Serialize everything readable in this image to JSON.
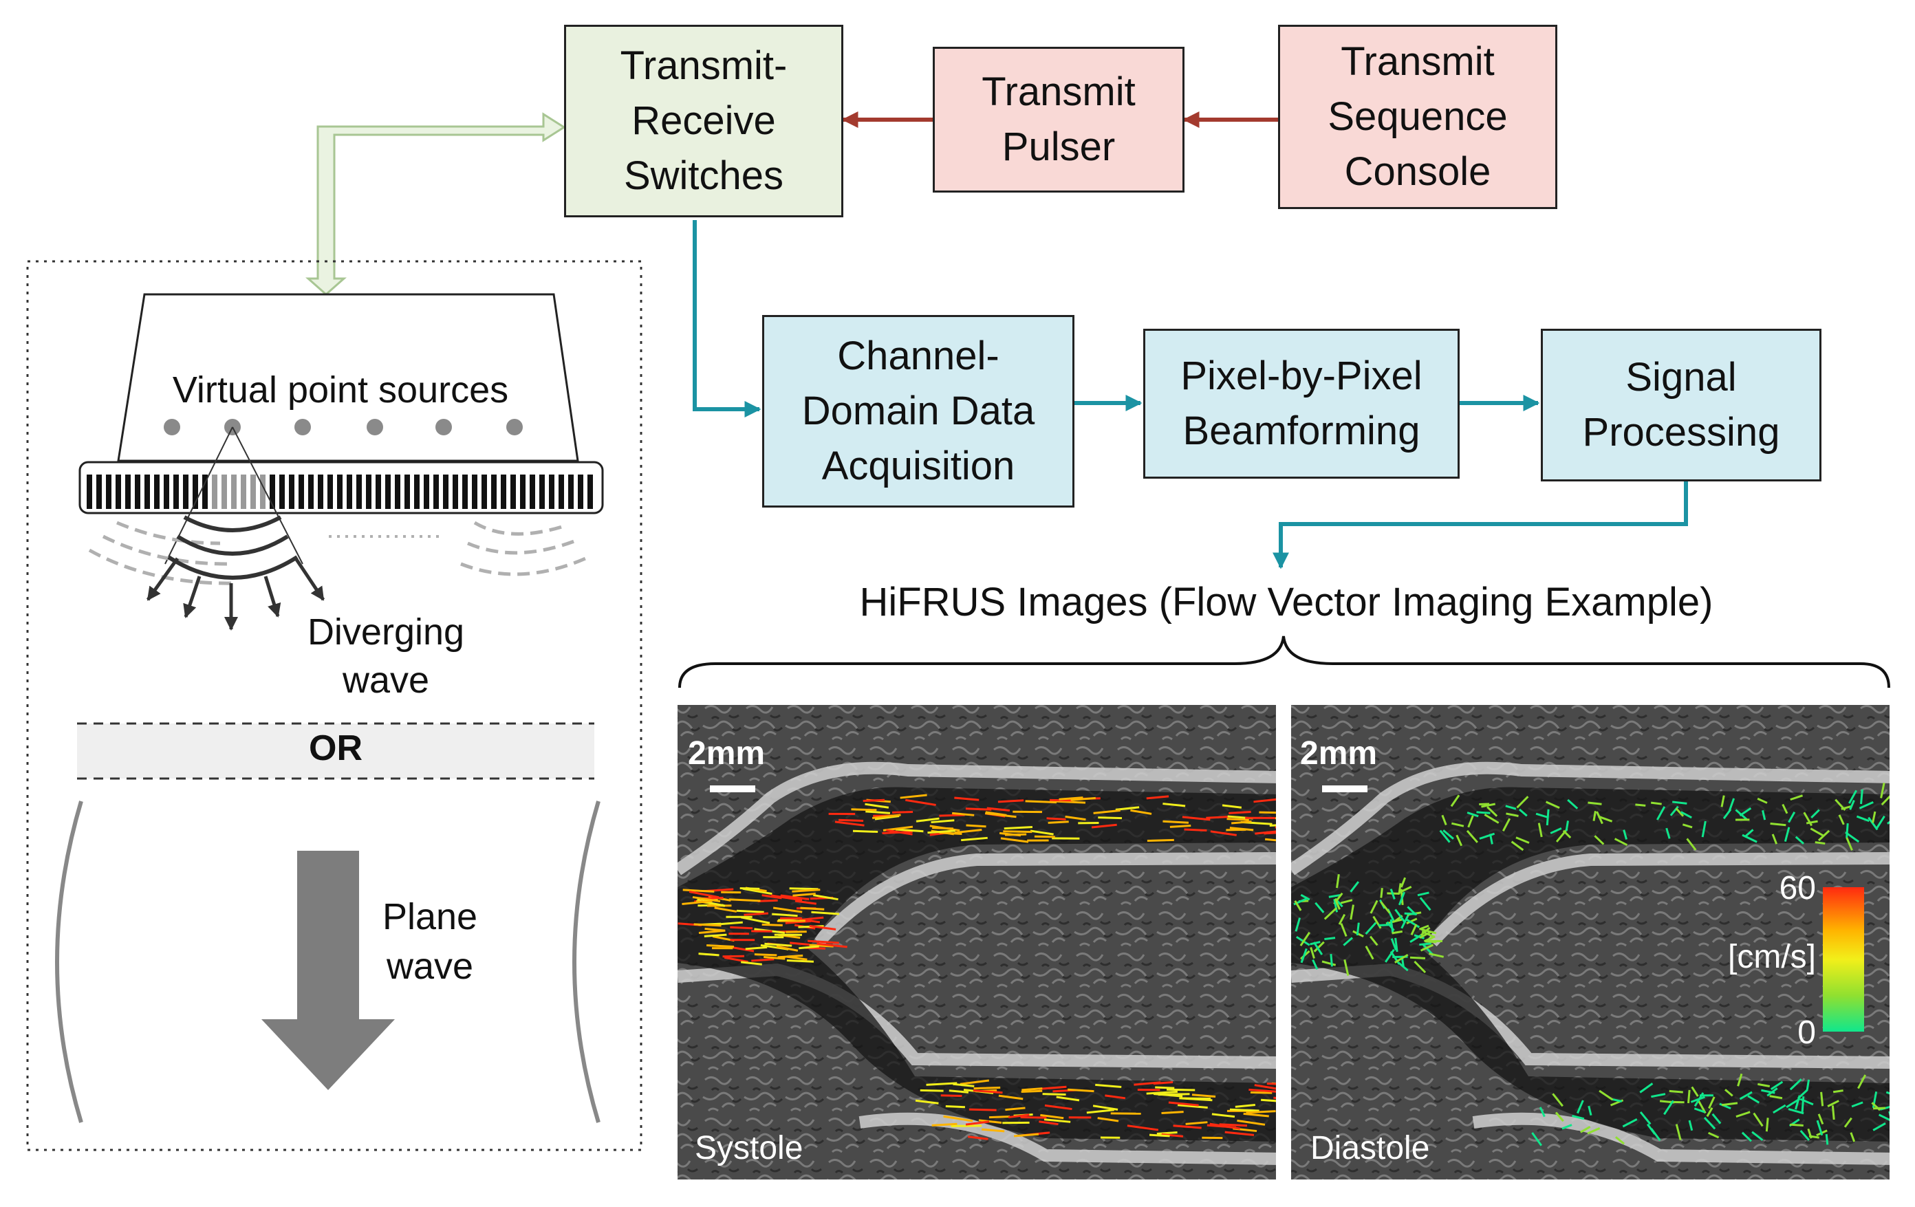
{
  "colors": {
    "switch_fill": "#e9f1df",
    "pulser_fill": "#f9d9d6",
    "processing_fill": "#d3ecf2",
    "red_arrow": "#a33a2e",
    "teal_arrow": "#1b93a3",
    "light_arrow_fill": "#eaf3e1",
    "light_arrow_stroke": "#a8c693",
    "colorbar": [
      "#ff2a10",
      "#ffb400",
      "#f2ef1a",
      "#90e030",
      "#10e68c"
    ]
  },
  "blocks": {
    "tr_switches": "Transmit-\nReceive\nSwitches",
    "pulser": "Transmit\nPulser",
    "console": "Transmit\nSequence\nConsole",
    "acquisition": "Channel-\nDomain Data\nAcquisition",
    "beamforming": "Pixel-by-Pixel\nBeamforming",
    "signal": "Signal\nProcessing"
  },
  "transmit": {
    "virtual_sources": "Virtual point sources",
    "diverging_1": "Diverging",
    "diverging_2": "wave",
    "or": "OR",
    "plane_1": "Plane",
    "plane_2": "wave"
  },
  "images": {
    "title": "HiFRUS Images (Flow Vector Imaging Example)",
    "scale": "2mm",
    "systole": "Systole",
    "diastole": "Diastole",
    "colorbar_max": "60",
    "colorbar_unit": "[cm/s]",
    "colorbar_min": "0"
  }
}
